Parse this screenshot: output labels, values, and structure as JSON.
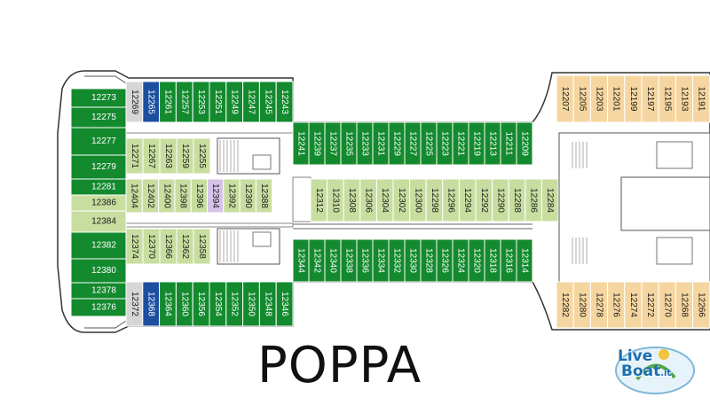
{
  "title": "POPPA",
  "logo": {
    "line1": "Live",
    "line2": "Boat",
    "suffix": ".it"
  },
  "colors": {
    "green_dark": "#138a2e",
    "green_light": "#c8dea0",
    "blue": "#1c4fa0",
    "purple": "#d7c3ea",
    "orange": "#f6d6a0",
    "gray": "#d6d6d6"
  },
  "aft_cabins": [
    "12273",
    "12275",
    "12277",
    "12279",
    "12281",
    "12386",
    "12384",
    "12382",
    "12380",
    "12378",
    "12376"
  ],
  "upper_left_top": [
    "12269",
    "12265",
    "12261",
    "12257",
    "12253",
    "12251",
    "12249",
    "12247",
    "12245",
    "12243"
  ],
  "upper_left_inner": [
    "12271",
    "12267",
    "12263",
    "12259",
    "12255"
  ],
  "upper_mid": [
    "12241",
    "12239",
    "12237",
    "12235",
    "12233",
    "12231",
    "12229",
    "12227",
    "12225",
    "12223",
    "12221",
    "12219",
    "12213",
    "12211",
    "12209"
  ],
  "center_left": [
    "12404",
    "12402",
    "12400",
    "12398",
    "12396",
    "12394",
    "12392",
    "12390",
    "12388"
  ],
  "center_mid": [
    "12312",
    "12310",
    "12308",
    "12306",
    "12304",
    "12302",
    "12300",
    "12298",
    "12296",
    "12294",
    "12292",
    "12290",
    "12288",
    "12286",
    "12284"
  ],
  "lower_left_inner": [
    "12374",
    "12370",
    "12366",
    "12362",
    "12358"
  ],
  "lower_left_bottom": [
    "12372",
    "12368",
    "12364",
    "12360",
    "12356",
    "12354",
    "12352",
    "12350",
    "12348",
    "12346"
  ],
  "lower_mid": [
    "12344",
    "12342",
    "12340",
    "12338",
    "12336",
    "12334",
    "12332",
    "12330",
    "12328",
    "12326",
    "12324",
    "12320",
    "12318",
    "12316",
    "12314"
  ],
  "right_top": [
    "12207",
    "12205",
    "12203",
    "12201",
    "12199",
    "12197",
    "12195",
    "12193",
    "12191"
  ],
  "right_bottom": [
    "12282",
    "12280",
    "12278",
    "12276",
    "12274",
    "12272",
    "12270",
    "12268",
    "12266"
  ]
}
